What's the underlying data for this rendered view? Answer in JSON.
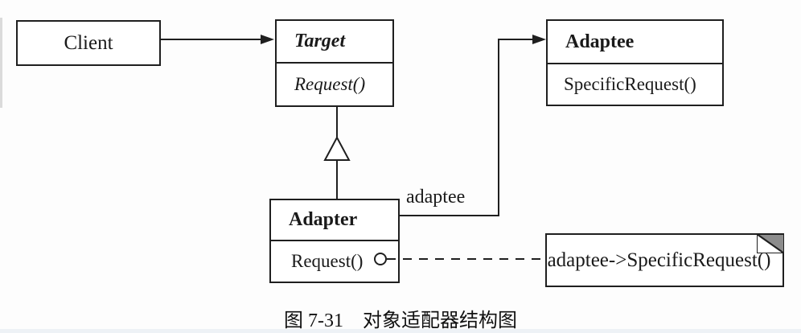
{
  "diagram": {
    "caption": "图 7-31　对象适配器结构图",
    "classes": {
      "client": {
        "name": "Client"
      },
      "target": {
        "name": "Target",
        "methods": [
          "Request()"
        ],
        "abstract": true
      },
      "adaptee": {
        "name": "Adaptee",
        "methods": [
          "SpecificRequest()"
        ]
      },
      "adapter": {
        "name": "Adapter",
        "methods": [
          "Request()"
        ]
      }
    },
    "labels": {
      "association": "adaptee"
    },
    "note": {
      "text": "adaptee->SpecificRequest()"
    },
    "icons": {
      "generalization": "hollow-triangle-arrow",
      "association": "filled-arrowhead",
      "note_anchor": "circle-connector",
      "note_corner": "folded-corner"
    },
    "colors": {
      "line": "#1f1f1f",
      "fold_gray": "#8c8c8c",
      "background": "#fdfdfd",
      "box_fill": "#ffffff"
    }
  }
}
